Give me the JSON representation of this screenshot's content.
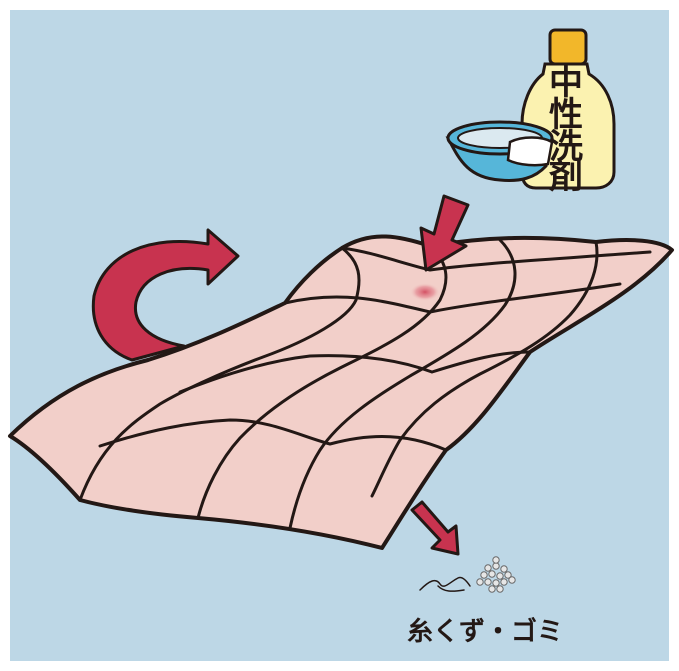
{
  "colors": {
    "background": "#bdd7e6",
    "border": "#ffffff",
    "futon": "#f2cfc9",
    "outline": "#231815",
    "arrow": "#c8334f",
    "bottle_body": "#fbf2b0",
    "bottle_cap": "#f2b72a",
    "basin": "#56b6d9",
    "stain": "#d7576a"
  },
  "bottle": {
    "label_chars": [
      "中",
      "性",
      "洗",
      "剤"
    ]
  },
  "caption": "糸くず・ゴミ",
  "icons": [
    "detergent-bottle-icon",
    "wash-basin-icon",
    "cloth-icon",
    "down-arrow-icon",
    "flip-arrow-icon",
    "debris-arrow-icon",
    "thread-lint-icon",
    "dust-icon"
  ]
}
